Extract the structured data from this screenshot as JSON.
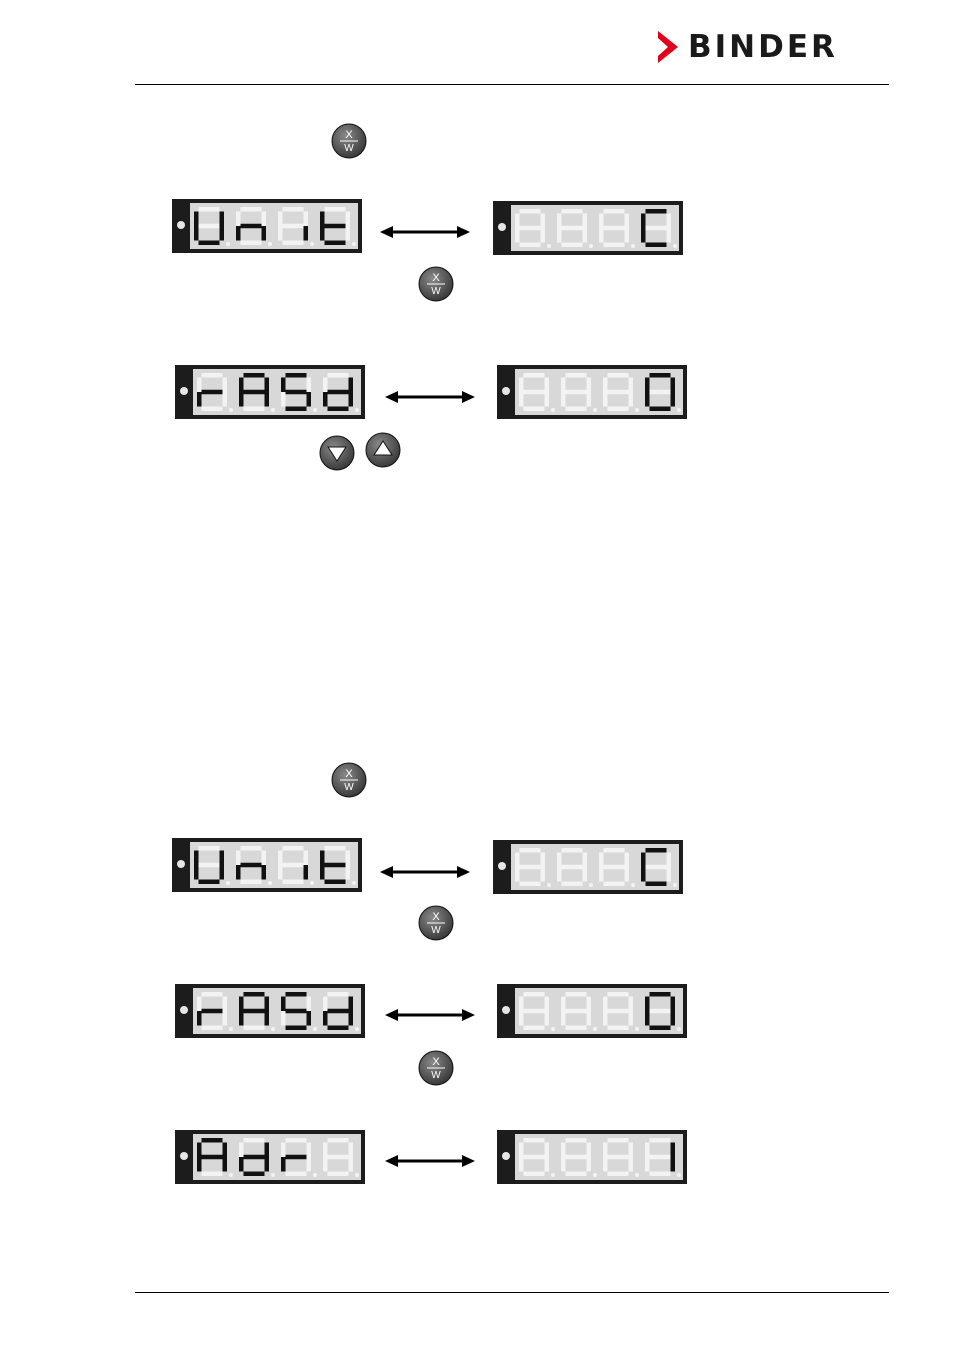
{
  "header": {
    "brand": "BINDER",
    "brand_color": "#e3001b"
  },
  "key_labels": {
    "xw_top": "X",
    "xw_bottom": "W"
  },
  "section1": {
    "rows": [
      {
        "param": "Unit",
        "value": "C"
      },
      {
        "param": "rASd",
        "value": "0"
      }
    ]
  },
  "section2": {
    "rows": [
      {
        "param": "Unit",
        "value": "C"
      },
      {
        "param": "rASd",
        "value": "0"
      },
      {
        "param": "Adr",
        "value": "1"
      }
    ]
  },
  "icons": [
    "xw-key-icon",
    "down-arrow-key-icon",
    "up-arrow-key-icon",
    "double-arrow-icon"
  ]
}
